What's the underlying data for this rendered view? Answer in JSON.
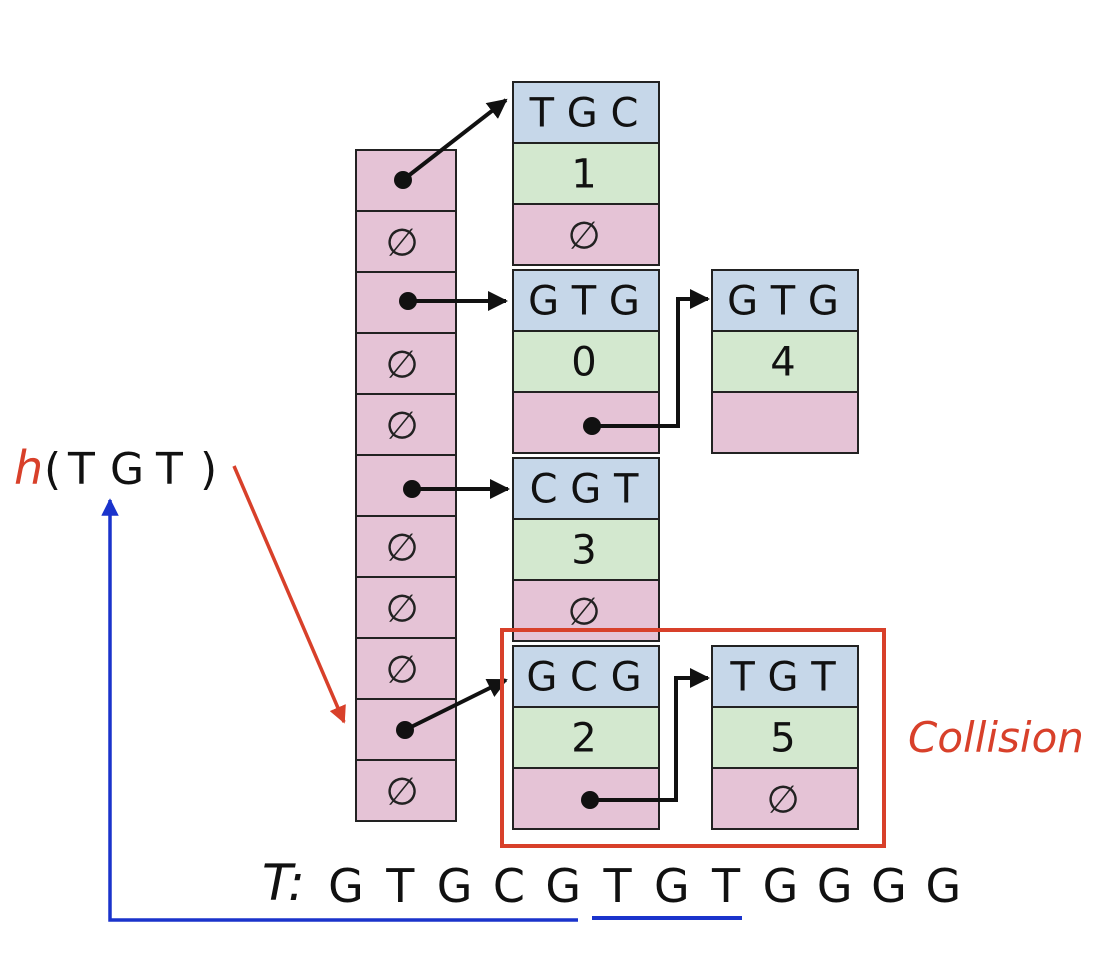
{
  "colors": {
    "key_bg": "#c6d7e9",
    "value_bg": "#d3e8cf",
    "pointer_bg": "#e5c3d6",
    "outline": "#222222",
    "arrow": "#111111",
    "query_arrow": "#d8402a",
    "text_arrow": "#1a33cc",
    "collision": "#d8402a"
  },
  "hash_table": {
    "slots": [
      {
        "kind": "pointer"
      },
      {
        "kind": "null",
        "label": "∅"
      },
      {
        "kind": "pointer"
      },
      {
        "kind": "null",
        "label": "∅"
      },
      {
        "kind": "null",
        "label": "∅"
      },
      {
        "kind": "pointer"
      },
      {
        "kind": "null",
        "label": "∅"
      },
      {
        "kind": "null",
        "label": "∅"
      },
      {
        "kind": "null",
        "label": "∅"
      },
      {
        "kind": "pointer"
      },
      {
        "kind": "null",
        "label": "∅"
      }
    ]
  },
  "nodes": [
    {
      "key": "T G C",
      "value": "1",
      "next": "∅"
    },
    {
      "key": "G T G",
      "value": "0",
      "next": "pointer"
    },
    {
      "key": "G T G",
      "value": "4",
      "next": ""
    },
    {
      "key": "C G T",
      "value": "3",
      "next": "∅"
    },
    {
      "key": "G C G",
      "value": "2",
      "next": "pointer"
    },
    {
      "key": "T G T",
      "value": "5",
      "next": "∅"
    }
  ],
  "query": {
    "func": "h",
    "open": "(",
    "chars": [
      "T",
      "G",
      "T"
    ],
    "close": ")"
  },
  "text": {
    "label": "T:",
    "chars": [
      "G",
      "T",
      "G",
      "C",
      "G",
      "T",
      "G",
      "T",
      "G",
      "G",
      "G",
      "G"
    ],
    "highlight_range": [
      5,
      7
    ]
  },
  "collision_label": "Collision"
}
